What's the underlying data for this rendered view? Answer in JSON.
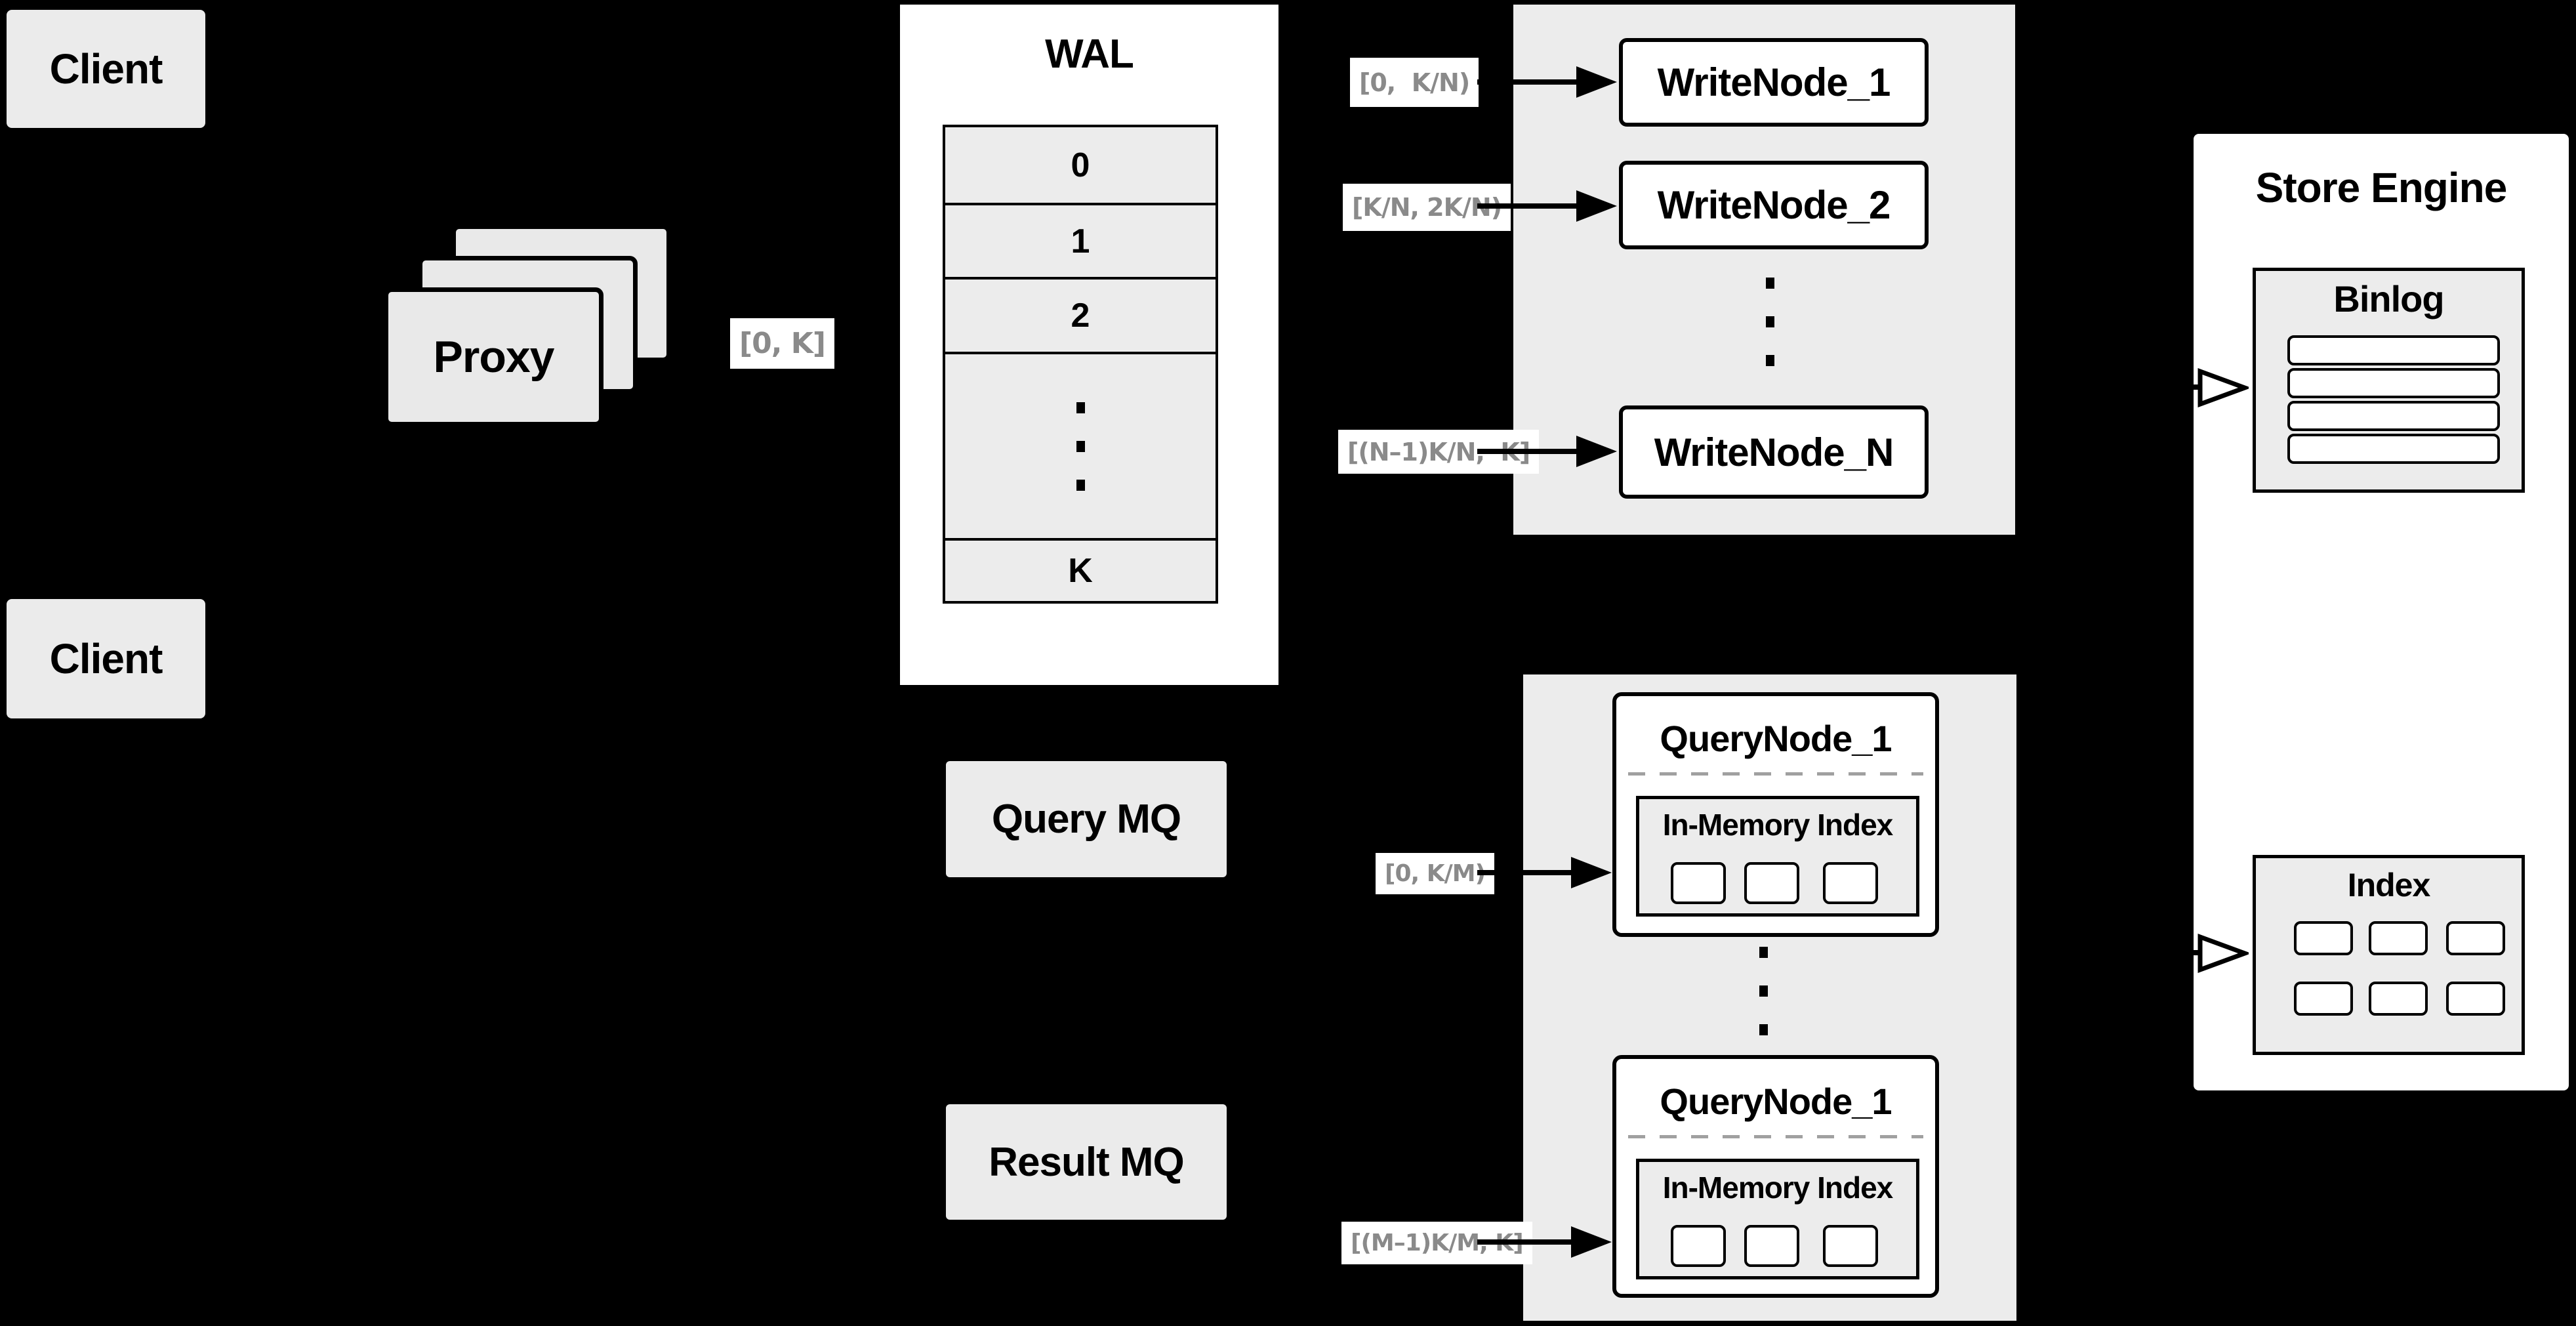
{
  "diagram": {
    "clients": {
      "top": "Client",
      "bottom": "Client"
    },
    "proxy": {
      "label": "Proxy"
    },
    "wal": {
      "title": "WAL",
      "rows": [
        "0",
        "1",
        "2",
        "K"
      ]
    },
    "range_labels": {
      "proxy_to_wal": "[0, K]",
      "write_1": "[0,  K/N)",
      "write_2": "[K/N, 2K/N)",
      "write_n": "[(N–1)K/N,  K]",
      "query_1": "[0, K/M)",
      "query_m": "[(M–1)K/M, K]"
    },
    "write_nodes": [
      {
        "label": "WriteNode_1"
      },
      {
        "label": "WriteNode_2"
      },
      {
        "label": "WriteNode_N"
      }
    ],
    "mq": {
      "query": "Query MQ",
      "result": "Result MQ"
    },
    "query_nodes": [
      {
        "title": "QueryNode_1",
        "index_label": "In-Memory Index"
      },
      {
        "title": "QueryNode_1",
        "index_label": "In-Memory Index"
      }
    ],
    "store": {
      "title": "Store Engine",
      "binlog_title": "Binlog",
      "index_title": "Index"
    },
    "colors": {
      "background": "#000000",
      "panel_gray": "#ececec",
      "box_gray": "#ebebeb",
      "node_white": "#ffffff",
      "line_black": "#000000",
      "range_label_text": "#8a8a8a"
    }
  }
}
